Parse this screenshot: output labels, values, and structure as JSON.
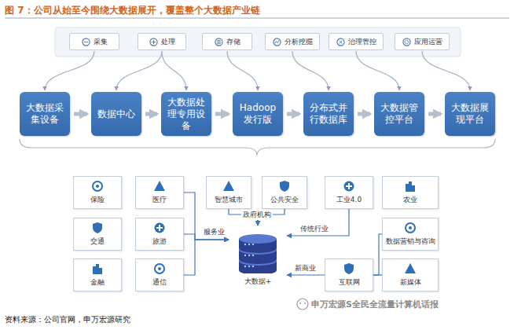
{
  "diagram": {
    "title": "图 7：公司从始至今围绕大数据展开，覆盖整个大数据产业链",
    "nodes": [
      {
        "text": [
          "采集"
        ]
      },
      {
        "text": [
          "处理"
        ]
      },
      {
        "text": [
          "存储"
        ]
      },
      {
        "text": [
          "分析挖掘"
        ]
      },
      {
        "text": [
          "治理管控"
        ]
      },
      {
        "text": [
          "应用运营"
        ]
      },
      {
        "text": [
          "大数据采集设备"
        ]
      },
      {
        "text": [
          "数据中心"
        ]
      },
      {
        "text": [
          "大数据处理专用设备"
        ]
      },
      {
        "text": [
          "Hadoop发行版"
        ]
      },
      {
        "text": [
          "分布式并行数据库"
        ]
      },
      {
        "text": [
          "大数据管控平台"
        ]
      },
      {
        "text": [
          "大数据展现平台"
        ]
      },
      {
        "text": [
          "保险"
        ]
      },
      {
        "text": [
          "医疗"
        ]
      },
      {
        "text": [
          "交通"
        ]
      },
      {
        "text": [
          "旅游"
        ]
      },
      {
        "text": [
          "金融"
        ]
      },
      {
        "text": [
          "通信"
        ]
      },
      {
        "text": [
          "智慧城市"
        ]
      },
      {
        "text": [
          "公共安全"
        ]
      },
      {
        "text": [
          "工业4.0"
        ]
      },
      {
        "text": [
          "农业"
        ]
      },
      {
        "text": [
          "数据营销与咨询"
        ]
      },
      {
        "text": [
          "新媒体"
        ]
      },
      {
        "text": [
          "互联网"
        ]
      },
      {
        "text": [
          "大数据+"
        ]
      }
    ],
    "edges": [
      {
        "from": 0,
        "to": 6,
        "arrow": "to"
      },
      {
        "from": 1,
        "to": 7,
        "arrow": "to"
      },
      {
        "from": 1,
        "to": 8,
        "arrow": "to"
      },
      {
        "from": 2,
        "to": 9,
        "arrow": "to"
      },
      {
        "from": 3,
        "to": 10,
        "arrow": "to"
      },
      {
        "from": 4,
        "to": 11,
        "arrow": "to"
      },
      {
        "from": 5,
        "to": 12,
        "arrow": "to"
      },
      {
        "from": 6,
        "to": 7,
        "arrow": "to"
      },
      {
        "from": 7,
        "to": 8,
        "arrow": "to"
      },
      {
        "from": 8,
        "to": 9,
        "arrow": "to"
      },
      {
        "from": 9,
        "to": 10,
        "arrow": "to"
      },
      {
        "from": 10,
        "to": 11,
        "arrow": "to"
      },
      {
        "from": 11,
        "to": 12,
        "arrow": "to"
      },
      {
        "from": 14,
        "to": 26,
        "arrow": "to"
      },
      {
        "from": 16,
        "to": 26,
        "arrow": "to",
        "label": "服务业"
      },
      {
        "from": 18,
        "to": 26,
        "arrow": "to"
      },
      {
        "from": 19,
        "to": 26,
        "arrow": "to",
        "label": "政府机构"
      },
      {
        "from": 20,
        "to": 26,
        "arrow": "to"
      },
      {
        "from": 21,
        "to": 26,
        "arrow": "to",
        "label": "传统行业"
      },
      {
        "from": 23,
        "to": 25,
        "arrow": "none"
      },
      {
        "from": 24,
        "to": 25,
        "arrow": "none"
      },
      {
        "from": 25,
        "to": 26,
        "arrow": "to",
        "label": "新商业"
      }
    ],
    "labels": [
      "资料来源：公司官网，申万宏源研究",
      "申万宏源S全民全流量计算机话报"
    ]
  }
}
